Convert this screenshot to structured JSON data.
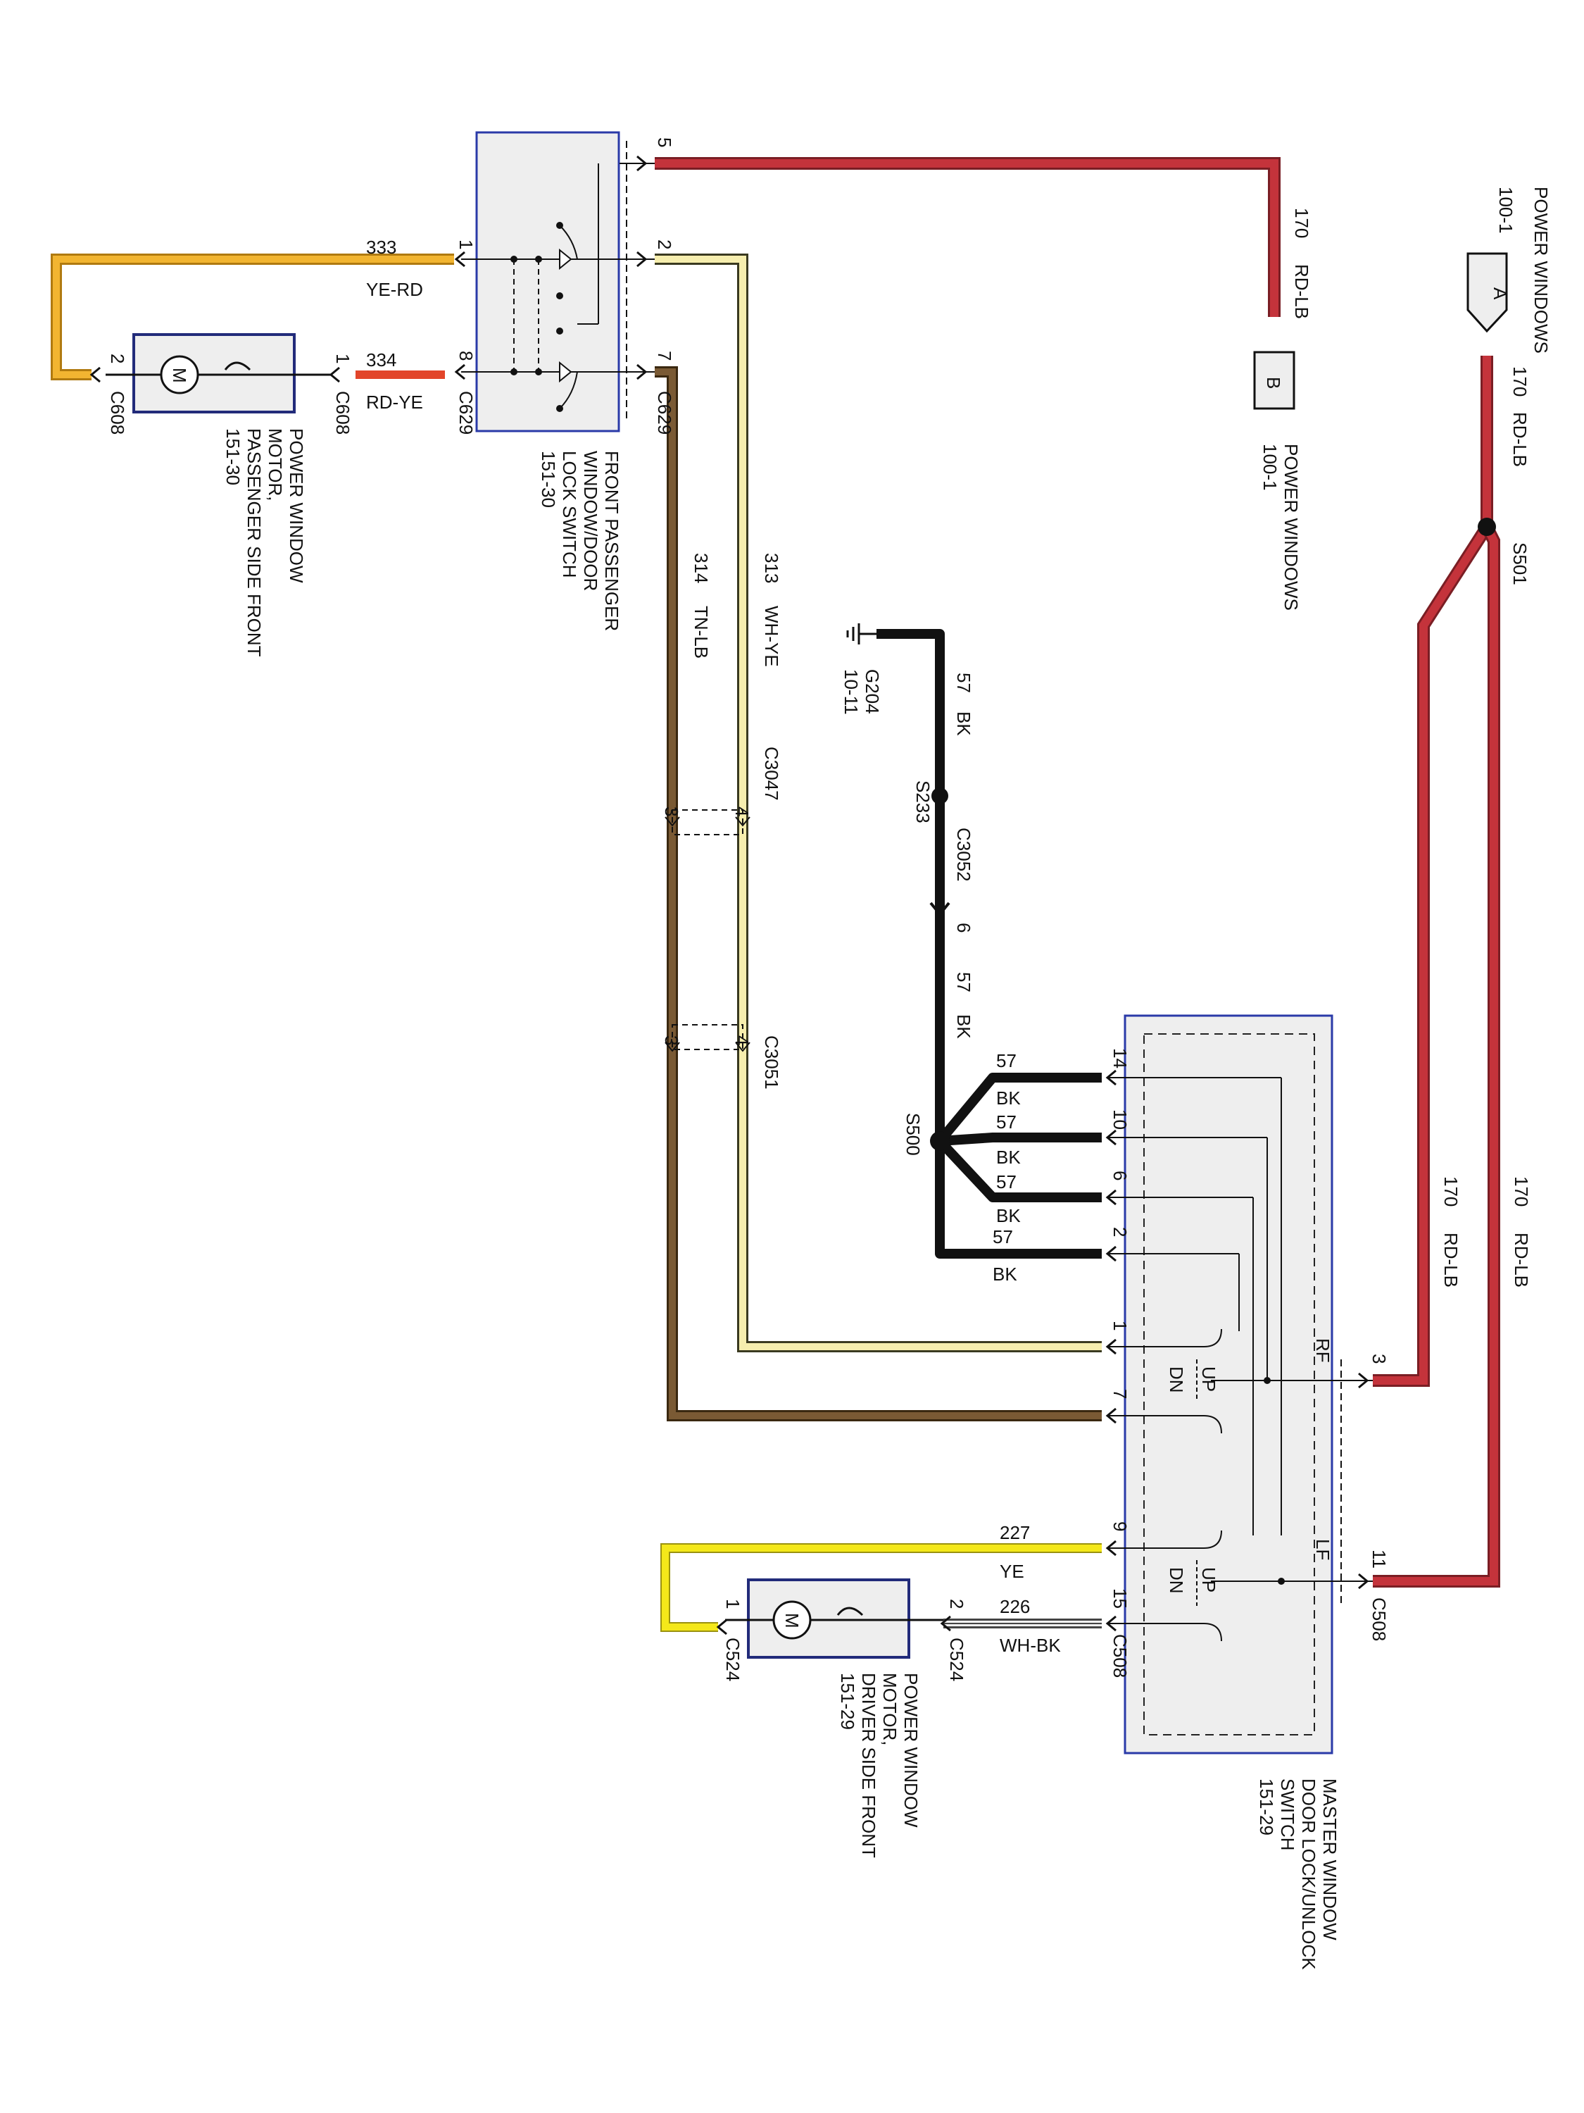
{
  "colors": {
    "red_lb": "#c4333b",
    "wh_ye": "#f6eeae",
    "tn_lb": "#7a5a34",
    "ye": "#f4e81a",
    "ye_rd": "#f2b531",
    "rd_ye": "#e2452a",
    "bk": "#111111",
    "wh_bk": "#cfcfcf",
    "box_border": "#2a3aa8",
    "box_fill": "#eeeeee"
  },
  "top_right": {
    "title": "POWER WINDOWS",
    "ref": "100-1",
    "connector_a": "A",
    "wire_number": "170",
    "wire_color": "RD-LB",
    "splice": "S501"
  },
  "top_mid": {
    "wire_number": "170",
    "wire_color": "RD-LB",
    "connector_b": "B",
    "title": "POWER WINDOWS",
    "ref": "100-1"
  },
  "front_passenger_switch": {
    "line1": "FRONT PASSENGER",
    "line2": "WINDOW/DOOR",
    "line3": "LOCK SWITCH",
    "line4": "151-30",
    "pins": {
      "p5": "5",
      "p2": "2",
      "p7": "7",
      "p1": "1",
      "p8": "8"
    },
    "connector_left": "C629",
    "connector_right": "C629"
  },
  "passenger_motor": {
    "line1": "POWER WINDOW",
    "line2": "MOTOR,",
    "line3": "PASSENGER SIDE FRONT",
    "line4": "151-30",
    "pin_left": "2",
    "pin_right": "1",
    "connector_left": "C608",
    "connector_right": "C608",
    "motor_symbol": "M"
  },
  "wires": {
    "w333": {
      "num": "333",
      "color": "YE-RD"
    },
    "w334": {
      "num": "334",
      "color": "RD-YE"
    },
    "w313": {
      "num": "313",
      "color": "WH-YE"
    },
    "w314": {
      "num": "314",
      "color": "TN-LB"
    },
    "w57_top": {
      "num": "57",
      "color": "BK"
    },
    "w57_mid": {
      "num": "57",
      "color": "BK"
    },
    "w57_a": {
      "num": "57",
      "color": "BK"
    },
    "w57_b": {
      "num": "57",
      "color": "BK"
    },
    "w57_c": {
      "num": "57",
      "color": "BK"
    },
    "w57_d": {
      "num": "57",
      "color": "BK"
    },
    "w170_a": {
      "num": "170",
      "color": "RD-LB"
    },
    "w170_b": {
      "num": "170",
      "color": "RD-LB"
    },
    "w227": {
      "num": "227",
      "color": "YE"
    },
    "w226": {
      "num": "226",
      "color": "WH-BK"
    }
  },
  "ground": {
    "id": "G204",
    "ref": "10-11"
  },
  "splices": {
    "s233": "S233",
    "s500": "S500"
  },
  "connectors": {
    "c3052": "C3052",
    "c3052_pin": "6",
    "c3047": "C3047",
    "c3047_p4": "4",
    "c3047_p3": "3",
    "c3051": "C3051",
    "c3051_p4": "4",
    "c3051_p3": "3",
    "c508": "C508",
    "c508_bottom": "C508",
    "c524_left": "C524",
    "c524_right": "C524"
  },
  "master_switch": {
    "line1": "MASTER WINDOW",
    "line2": "DOOR LOCK/UNLOCK",
    "line3": "SWITCH",
    "line4": "151-29",
    "pins": {
      "p14": "14",
      "p10": "10",
      "p6": "6",
      "p2": "2",
      "p1": "1",
      "p7": "7",
      "p9": "9",
      "p15": "15",
      "p3": "3",
      "p11": "11"
    },
    "rf": "RF",
    "lf": "LF",
    "up1": "UP",
    "dn1": "DN",
    "up2": "UP",
    "dn2": "DN"
  },
  "driver_motor": {
    "line1": "POWER WINDOW",
    "line2": "MOTOR,",
    "line3": "DRIVER SIDE FRONT",
    "line4": "151-29",
    "pin_left": "1",
    "pin_right": "2",
    "motor_symbol": "M"
  }
}
